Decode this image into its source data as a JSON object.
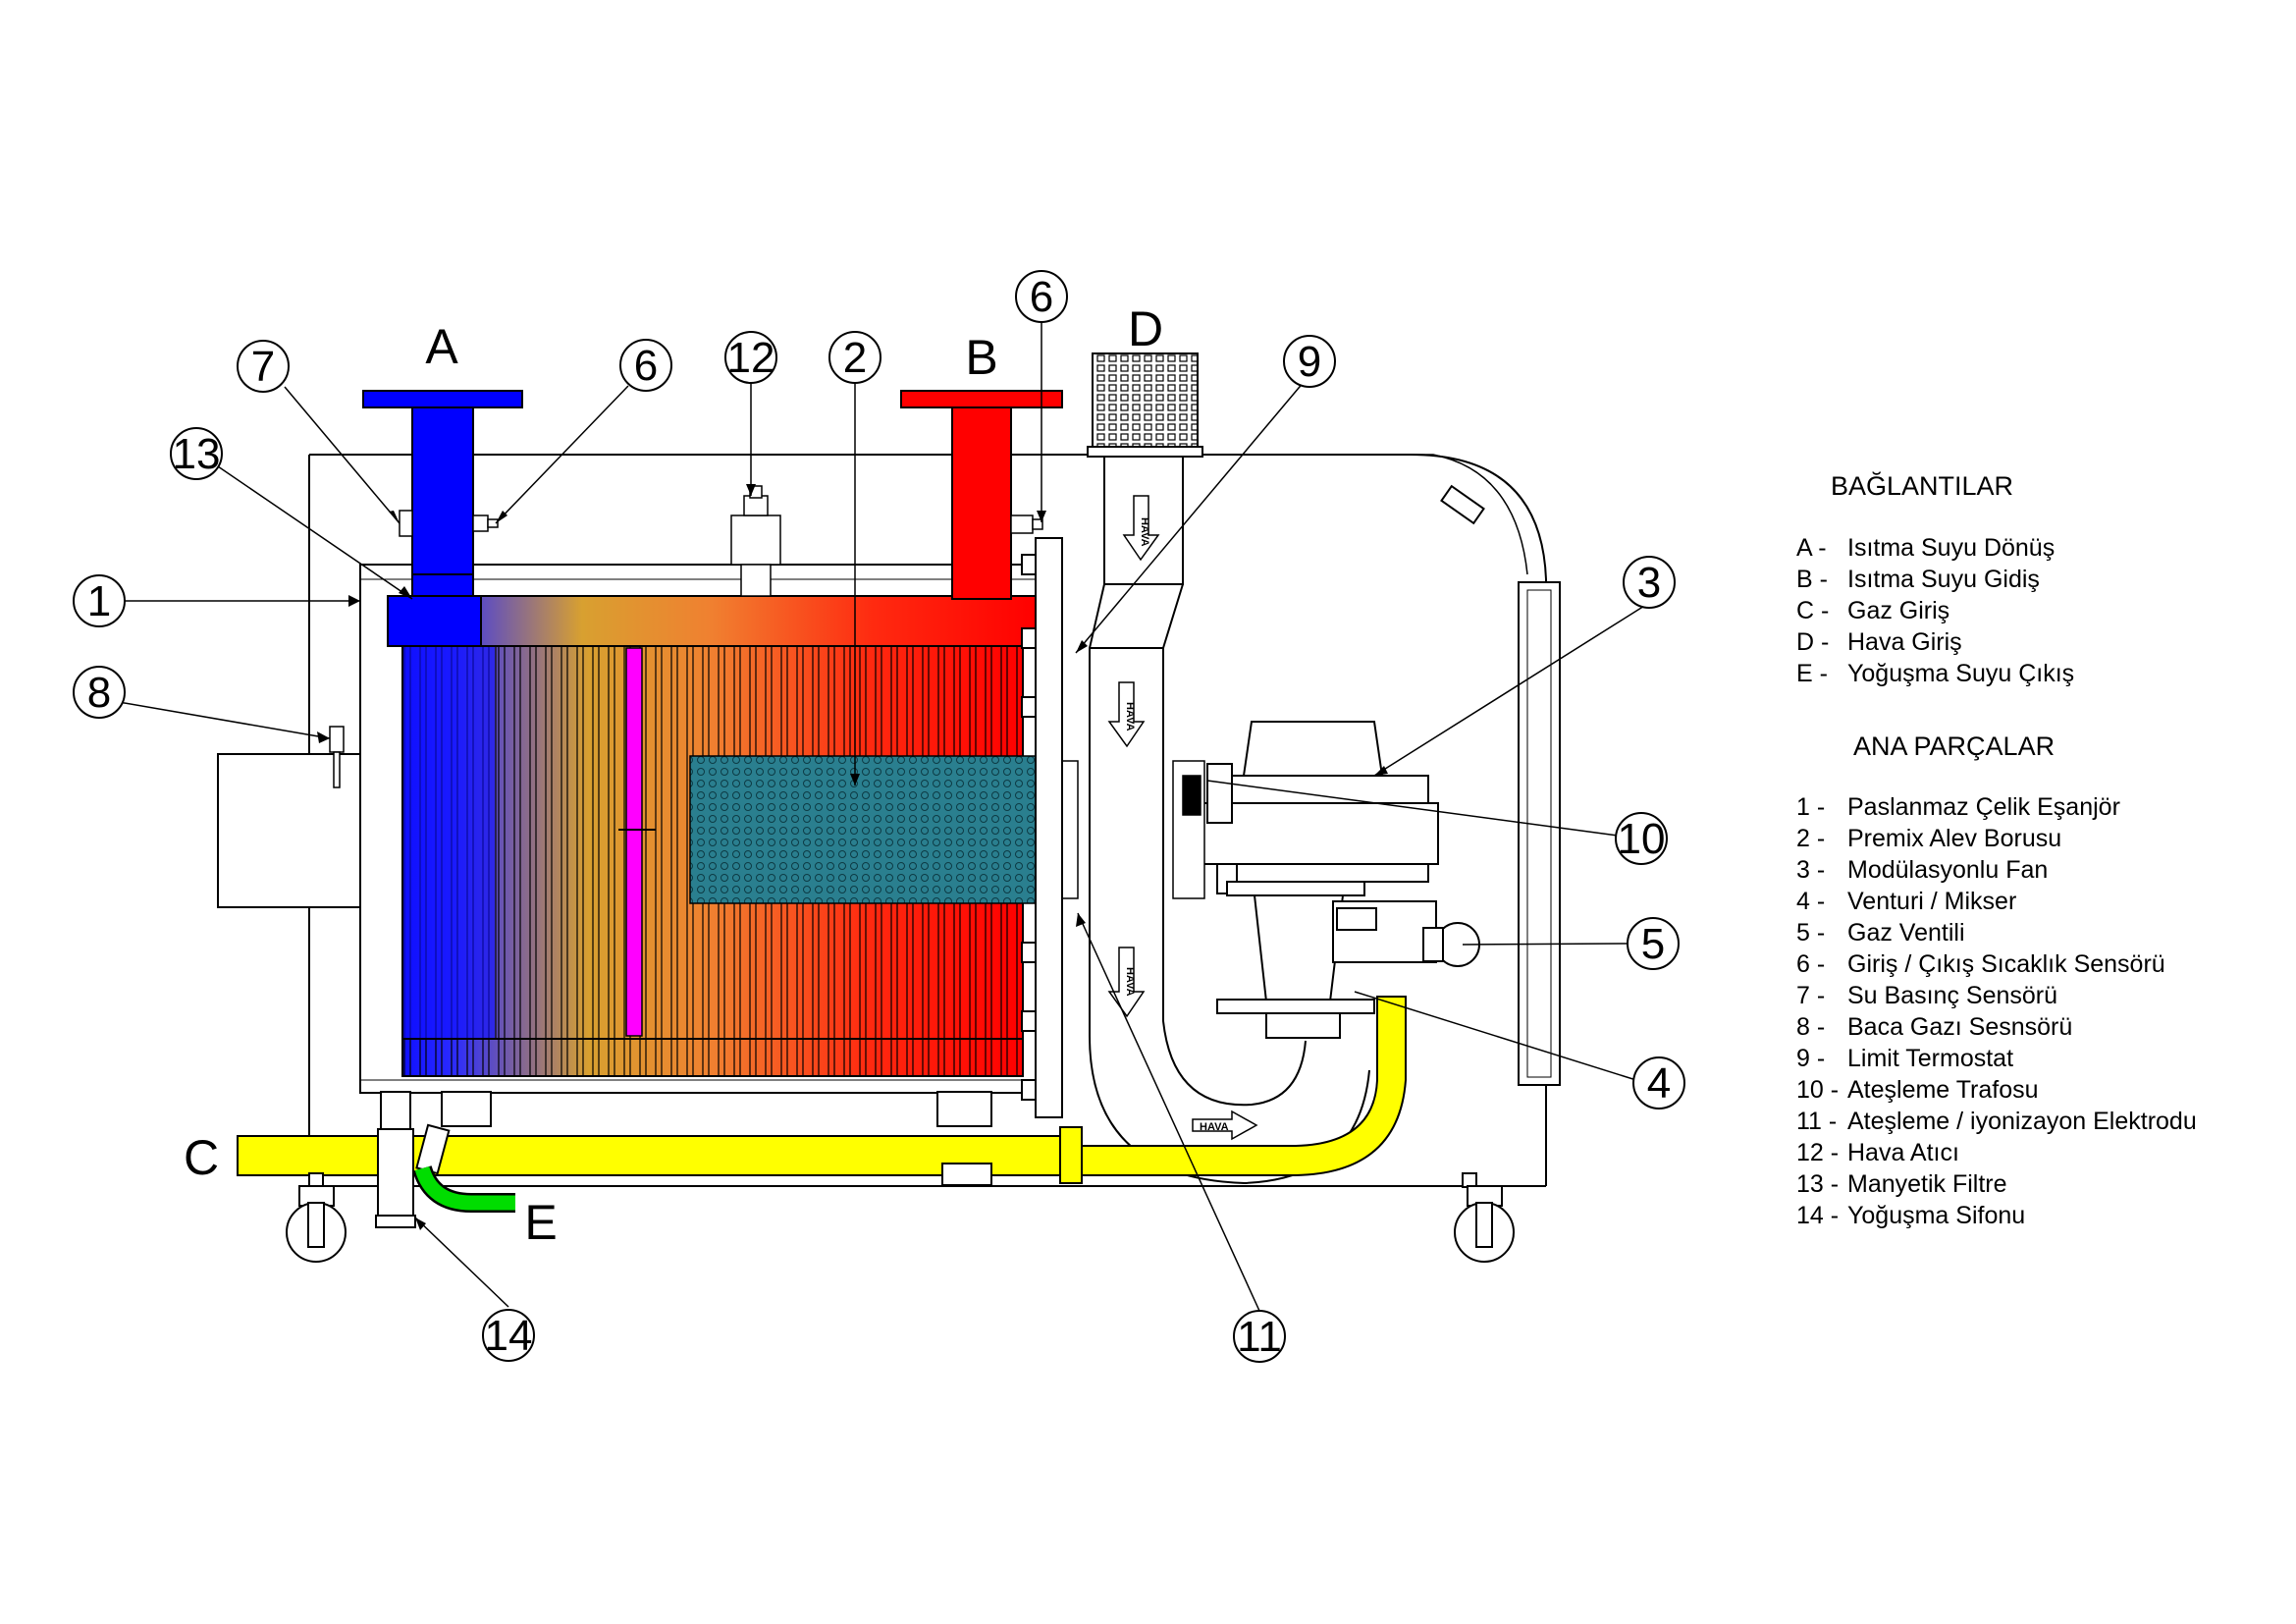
{
  "connections_title": "BAĞLANTILAR",
  "connections": [
    {
      "key": "A -",
      "label": "Isıtma Suyu Dönüş"
    },
    {
      "key": "B -",
      "label": "Isıtma Suyu Gidiş"
    },
    {
      "key": "C -",
      "label": "Gaz Giriş"
    },
    {
      "key": "D -",
      "label": "Hava Giriş"
    },
    {
      "key": "E -",
      "label": "Yoğuşma Suyu Çıkış"
    }
  ],
  "parts_title": "ANA PARÇALAR",
  "parts": [
    {
      "key": "1 -",
      "label": "Paslanmaz Çelik Eşanjör"
    },
    {
      "key": "2 -",
      "label": "Premix Alev Borusu"
    },
    {
      "key": "3 -",
      "label": "Modülasyonlu Fan"
    },
    {
      "key": "4 -",
      "label": "Venturi / Mikser"
    },
    {
      "key": "5 -",
      "label": "Gaz Ventili"
    },
    {
      "key": "6 -",
      "label": "Giriş / Çıkış Sıcaklık Sensörü"
    },
    {
      "key": "7 -",
      "label": "Su Basınç Sensörü"
    },
    {
      "key": "8 -",
      "label": "Baca Gazı Sesnsörü"
    },
    {
      "key": "9 -",
      "label": "Limit Termostat"
    },
    {
      "key": "10 -",
      "label": "Ateşleme Trafosu"
    },
    {
      "key": "11 -",
      "label": "Ateşleme / iyonizayon Elektrodu"
    },
    {
      "key": "12 -",
      "label": "Hava Atıcı"
    },
    {
      "key": "13 -",
      "label": "Manyetik Filtre"
    },
    {
      "key": "14 -",
      "label": "Yoğuşma Sifonu"
    }
  ],
  "diagram": {
    "letters": {
      "A": "A",
      "B": "B",
      "C": "C",
      "D": "D",
      "E": "E"
    },
    "balloons": {
      "b1": "1",
      "b2": "2",
      "b3": "3",
      "b4": "4",
      "b5": "5",
      "b6a": "6",
      "b6b": "6",
      "b7": "7",
      "b8": "8",
      "b9": "9",
      "b10": "10",
      "b11": "11",
      "b12": "12",
      "b13": "13",
      "b14": "14"
    },
    "air_label": "HAVA"
  },
  "colors": {
    "return_water": "#0000ff",
    "supply_water": "#ff0000",
    "gas_line": "#ffff00",
    "condensate_line": "#00dd00",
    "burner_tube": "#2a7f8f",
    "magnetic_filter": "#ff00ff"
  }
}
